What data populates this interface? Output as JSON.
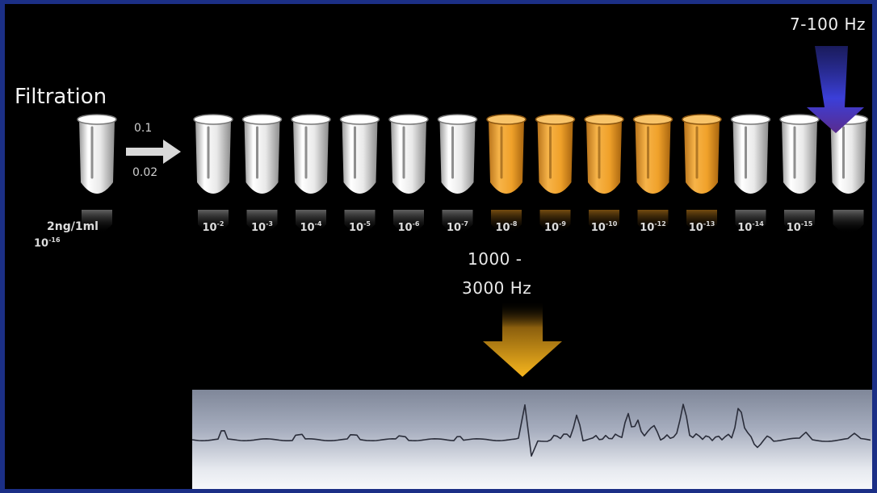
{
  "labels": {
    "filtration": "Filtration",
    "filter_ratio_top": "0.1",
    "filter_ratio_bottom": "0.02",
    "stock_concentration": "2ng/1ml",
    "stock_dilution_base": "10",
    "stock_dilution_exp": "-16",
    "low_frequency": "7-100 Hz",
    "high_frequency_line1": "1000 -",
    "high_frequency_line2": "3000 Hz"
  },
  "tubes": [
    {
      "base": "10",
      "exp": "-2",
      "color": "white"
    },
    {
      "base": "10",
      "exp": "-3",
      "color": "white"
    },
    {
      "base": "10",
      "exp": "-4",
      "color": "white"
    },
    {
      "base": "10",
      "exp": "-5",
      "color": "white"
    },
    {
      "base": "10",
      "exp": "-6",
      "color": "white"
    },
    {
      "base": "10",
      "exp": "-7",
      "color": "white"
    },
    {
      "base": "10",
      "exp": "-8",
      "color": "orange"
    },
    {
      "base": "10",
      "exp": "-9",
      "color": "orange"
    },
    {
      "base": "10",
      "exp": "-10",
      "color": "orange"
    },
    {
      "base": "10",
      "exp": "-12",
      "color": "orange"
    },
    {
      "base": "10",
      "exp": "-13",
      "color": "orange"
    },
    {
      "base": "10",
      "exp": "-14",
      "color": "white"
    },
    {
      "base": "10",
      "exp": "-15",
      "color": "white"
    },
    {
      "base": "",
      "exp": "",
      "color": "white"
    }
  ],
  "colors": {
    "tube_white": "#f4f4f4",
    "tube_orange": "#f2a530",
    "arrow_gray": "#d9d9d9",
    "arrow_orange": "#f5b21c",
    "arrow_blue": "#3a3ed8",
    "frame_blue": "#1b2f86"
  },
  "icons": [
    "tube-icon",
    "right-arrow-icon",
    "down-arrow-icon",
    "signal-trace"
  ]
}
